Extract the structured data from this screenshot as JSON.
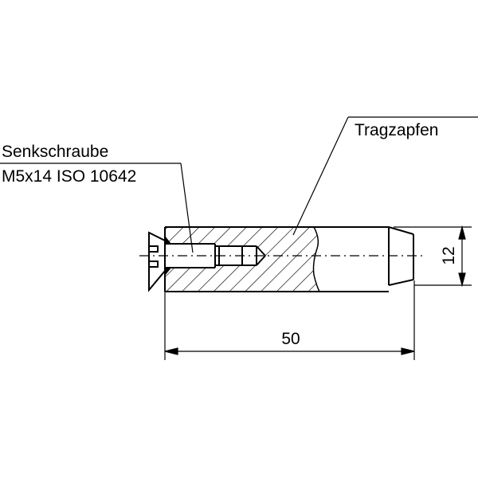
{
  "drawing": {
    "type": "technical-section-drawing",
    "colors": {
      "line": "#000000",
      "background": "#ffffff"
    },
    "labels": {
      "screw_line1": "Senkschraube",
      "screw_line2": "M5x14 ISO 10642",
      "pin": "Tragzapfen"
    },
    "dimensions": {
      "length": "50",
      "diameter": "12"
    }
  }
}
